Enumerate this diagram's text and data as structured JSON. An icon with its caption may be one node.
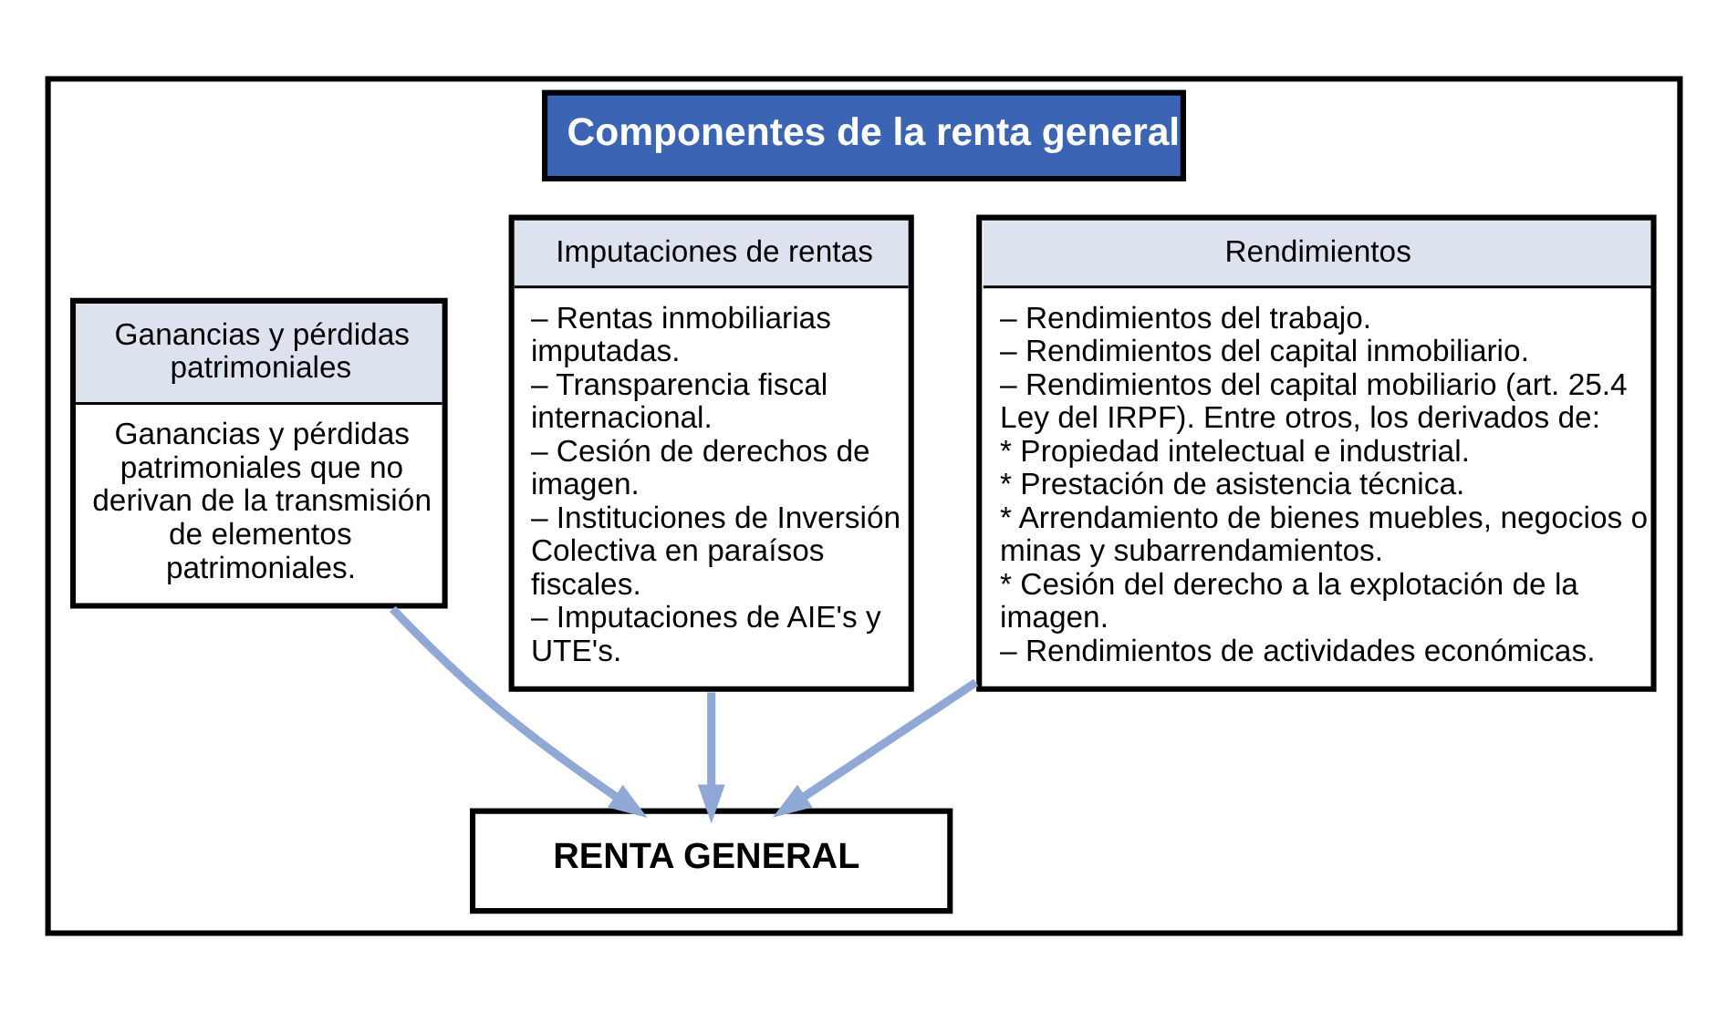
{
  "diagram": {
    "nodes": [
      {
        "text": [
          "Componentes de la renta general"
        ]
      },
      {
        "text": [
          "Rendimientos",
          "– Rendimientos del trabajo.",
          "– Rendimientos del capital inmobiliario.",
          "– Rendimientos del capital mobiliario (art. 25.4 Ley del IRPF). Entre otros, los derivados de:",
          "* Propiedad intelectual e industrial.",
          "* Prestación de asistencia técnica.",
          "* Arrendamiento de bienes muebles, negocios o minas y subarrendamientos.",
          "* Cesión del derecho a la explotación de la imagen.",
          "– Rendimientos de actividades económicas."
        ],
        "in": 0
      },
      {
        "text": [
          "Imputaciones de rentas",
          "– Rentas inmobiliarias imputadas.",
          "– Transparencia fiscal internacional.",
          "– Cesión de derechos de imagen.",
          "– Instituciones de Inversión Colectiva en paraísos fiscales.",
          "– Imputaciones de AIE's y UTE's."
        ],
        "in": 0
      },
      {
        "text": [
          "Ganancias y pérdidas patrimoniales",
          "Ganancias y pérdidas patrimoniales que no derivan de la transmisión de elementos patrimoniales."
        ],
        "in": 0
      },
      {
        "text": [
          "RENTA GENERAL"
        ],
        "in": 0
      }
    ],
    "edges": [
      {
        "from": 1,
        "to": 4,
        "arrow": "to"
      },
      {
        "from": 2,
        "to": 4,
        "arrow": "to"
      },
      {
        "from": 3,
        "to": 4,
        "arrow": "to"
      }
    ]
  }
}
